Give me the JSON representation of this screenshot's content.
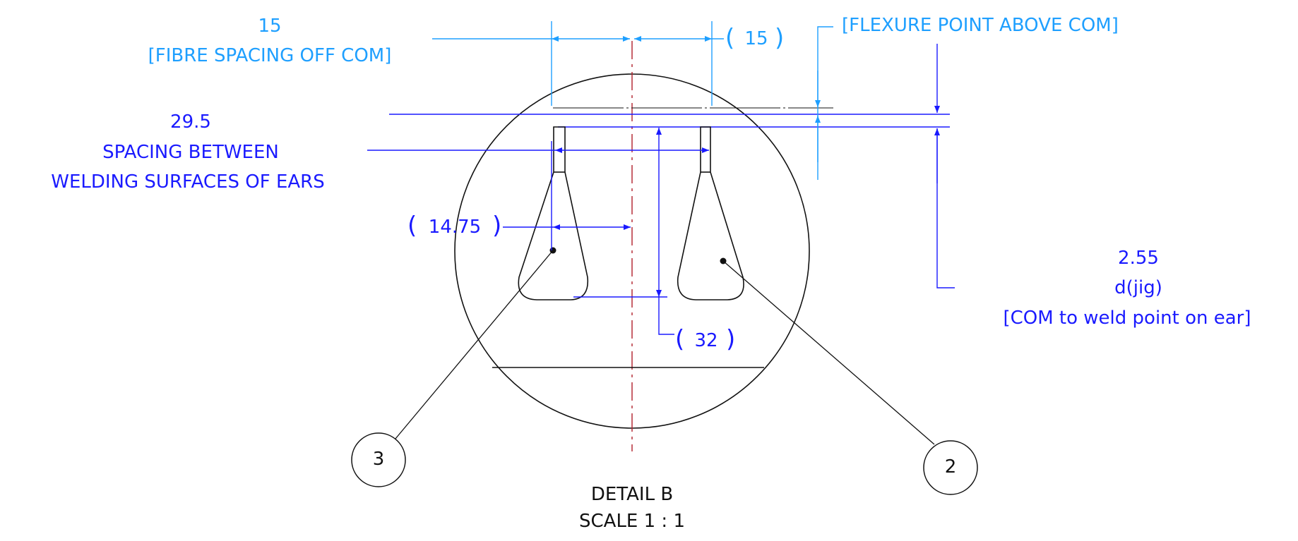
{
  "dimensions": {
    "fibre_spacing": {
      "value": "15",
      "note": "[FIBRE SPACING OFF COM]"
    },
    "fibre_spacing_ref": {
      "value": "15"
    },
    "flexure_point": {
      "note": "[FLEXURE POINT ABOVE COM]"
    },
    "ear_spacing": {
      "value": "29.5",
      "note_line1": "SPACING BETWEEN",
      "note_line2": "WELDING SURFACES OF EARS"
    },
    "ear_offset_ref": {
      "value": "14.75"
    },
    "vertical_ref": {
      "value": "32"
    },
    "com_to_weld": {
      "value": "2.55",
      "note_line1": "d(jig)",
      "note_line2": "[COM to weld point on ear]"
    }
  },
  "balloons": [
    {
      "number": "3"
    },
    {
      "number": "2"
    }
  ],
  "detail": {
    "title": "DETAIL B",
    "scale": "SCALE 1 : 1"
  },
  "colors": {
    "dimension_light": "#1e9fff",
    "dimension_dark": "#1a1aff",
    "geometry": "#111111",
    "centerline": "#b0202a"
  }
}
